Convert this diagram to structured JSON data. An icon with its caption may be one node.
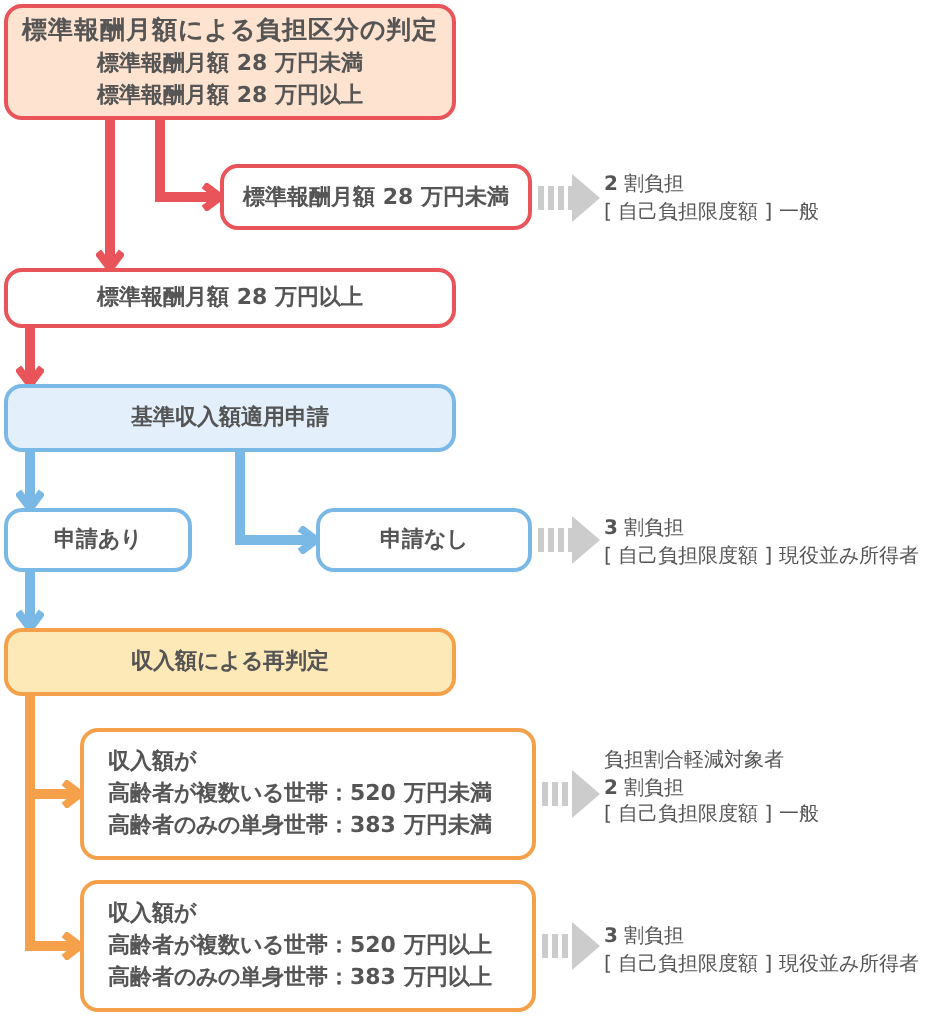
{
  "diagram": {
    "nodes": [
      {
        "text": [
          "標準報酬月額による負担区分の判定",
          "標準報酬月額 **28 万円未満**",
          "標準報酬月額 **28 万円以上**"
        ]
      },
      {
        "text": [
          "標準報酬月額 **28 万円未満**"
        ]
      },
      {
        "text": [
          "**2** 割負担",
          "[ 自己負担限度額 ] 一般"
        ]
      },
      {
        "text": [
          "標準報酬月額 **28 万円以上**"
        ]
      },
      {
        "text": [
          "基準収入額適用申請"
        ]
      },
      {
        "text": [
          "申請あり"
        ]
      },
      {
        "text": [
          "申請なし"
        ]
      },
      {
        "text": [
          "**3** 割負担",
          "[ 自己負担限度額 ] 現役並み所得者"
        ]
      },
      {
        "text": [
          "収入額による再判定"
        ]
      },
      {
        "text": [
          "収入額が",
          "高齢者が複数いる世帯：**520 万円未満**",
          "高齢者のみの単身世帯：**383 万円未満**"
        ]
      },
      {
        "text": [
          "負担割合軽減対象者",
          "**2** 割負担",
          "[ 自己負担限度額 ] 一般"
        ]
      },
      {
        "text": [
          "収入額が",
          "高齢者が複数いる世帯：**520 万円以上**",
          "高齢者のみの単身世帯：**383 万円以上**"
        ]
      },
      {
        "text": [
          "**3** 割負担",
          "[ 自己負担限度額 ] 現役並み所得者"
        ]
      }
    ],
    "edges": [
      {
        "from": 0,
        "to": 1,
        "arrow": "to",
        "color": "#e8545a"
      },
      {
        "from": 0,
        "to": 3,
        "arrow": "to",
        "color": "#e8545a"
      },
      {
        "from": 1,
        "to": 2,
        "arrow": "to",
        "style": "dashed",
        "color": "#cccccc"
      },
      {
        "from": 3,
        "to": 4,
        "arrow": "to",
        "color": "#e8545a"
      },
      {
        "from": 4,
        "to": 5,
        "arrow": "to",
        "color": "#7ab8e6"
      },
      {
        "from": 4,
        "to": 6,
        "arrow": "to",
        "color": "#7ab8e6"
      },
      {
        "from": 6,
        "to": 7,
        "arrow": "to",
        "style": "dashed",
        "color": "#cccccc"
      },
      {
        "from": 5,
        "to": 8,
        "arrow": "to",
        "color": "#7ab8e6"
      },
      {
        "from": 8,
        "to": 9,
        "arrow": "to",
        "color": "#f5a04a"
      },
      {
        "from": 8,
        "to": 11,
        "arrow": "to",
        "color": "#f5a04a"
      },
      {
        "from": 9,
        "to": 10,
        "arrow": "to",
        "style": "dashed",
        "color": "#cccccc"
      },
      {
        "from": 11,
        "to": 12,
        "arrow": "to",
        "style": "dashed",
        "color": "#cccccc"
      }
    ]
  }
}
